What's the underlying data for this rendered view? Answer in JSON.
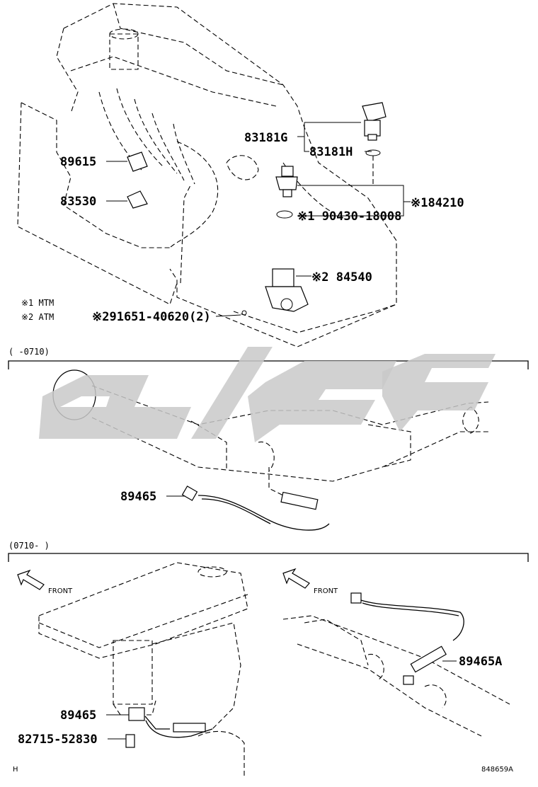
{
  "section_top": {
    "parts": {
      "p89615": "89615",
      "p83530": "83530",
      "p83181G": "83181G",
      "p83181H": "83181H",
      "p84210": "※184210",
      "p90430": "※1 90430-18008",
      "p84540": "※2 84540",
      "p91651": "※291651-40620(2)"
    },
    "notes": [
      "※1 MTM",
      "※2 ATM"
    ]
  },
  "section_mid": {
    "range_label": "(    -0710)",
    "part": "89465"
  },
  "section_bottom": {
    "range_label": "(0710-    )",
    "front_left": "FRONT",
    "front_right": "FRONT",
    "part_89465": "89465",
    "part_82715": "82715-52830",
    "part_89465A": "89465A"
  },
  "footer": {
    "left_code": "H",
    "diagram_id": "848659A"
  }
}
